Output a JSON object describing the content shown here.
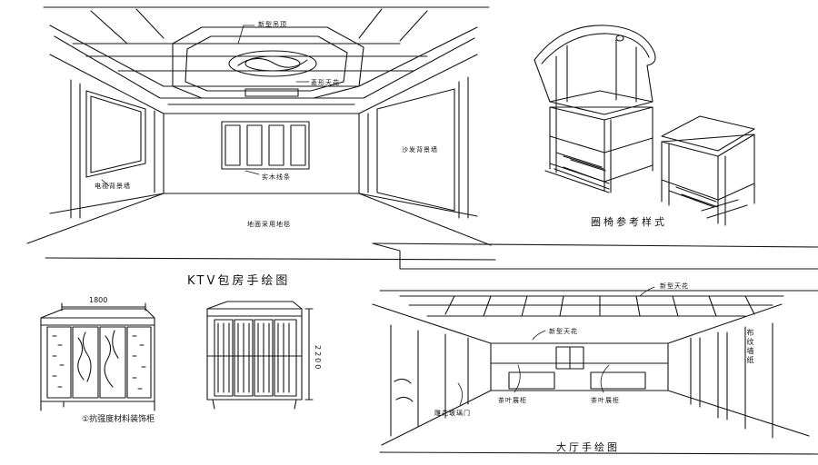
{
  "ktv": {
    "caption": "KTV包房手绘图",
    "labels": {
      "ceiling_top": "新型吊顶",
      "ceiling_center": "菱形天花",
      "wall_left": "电视背景墙",
      "wall_right": "沙发背景墙",
      "screen": "实木线条",
      "floor": "地面采用地毯"
    }
  },
  "chair": {
    "caption": "圈椅参考样式"
  },
  "cabinet": {
    "width": "1800",
    "height": "2200",
    "caption": "①抗强度材料装饰柜"
  },
  "hall": {
    "caption": "大厅手绘图",
    "labels": {
      "ceiling_top": "新型天花",
      "ceiling_mid": "新型天花",
      "wall_right": "布纹墙纸",
      "glass_door": "雕花玻璃门",
      "tea_left": "茶叶展柜",
      "tea_right": "茶叶展柜"
    }
  }
}
